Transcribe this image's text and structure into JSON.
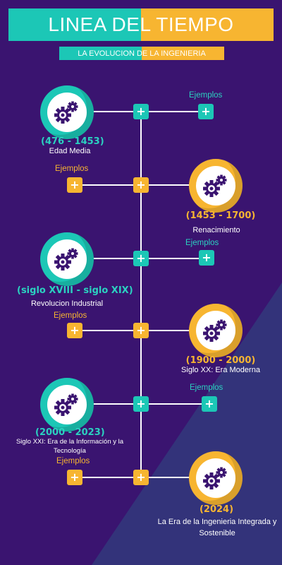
{
  "header": {
    "title": "LINEA DEL TIEMPO",
    "subtitle": "LA EVOLUCION DE LA INGENIERIA"
  },
  "colors": {
    "background": "#3a1470",
    "lower_panel": "#33337a",
    "teal": "#1cc7b6",
    "gold": "#f7b531",
    "gear": "#3a1470"
  },
  "examples_label": "Ejemplos",
  "events": [
    {
      "years": "(476 - 1453)",
      "label": "Edad Media",
      "accent": "teal",
      "side": "left"
    },
    {
      "years": "(1453 - 1700)",
      "label": "Renacimiento",
      "accent": "gold",
      "side": "right"
    },
    {
      "years": "(siglo XVIII - siglo XIX)",
      "label": "Revolucion Industrial",
      "accent": "teal",
      "side": "left"
    },
    {
      "years": "(1900 - 2000)",
      "label": "Siglo XX: Era Moderna",
      "accent": "gold",
      "side": "right"
    },
    {
      "years": "(2000 - 2023)",
      "label": "Siglo XXI: Era de la Información y la Tecnología",
      "accent": "teal",
      "side": "left"
    },
    {
      "years": "(2024)",
      "label": "La Era de la Ingenieria Integrada y Sostenible",
      "accent": "gold",
      "side": "right"
    }
  ],
  "icons": {
    "event": "gears-icon",
    "expand": "plus-icon"
  }
}
